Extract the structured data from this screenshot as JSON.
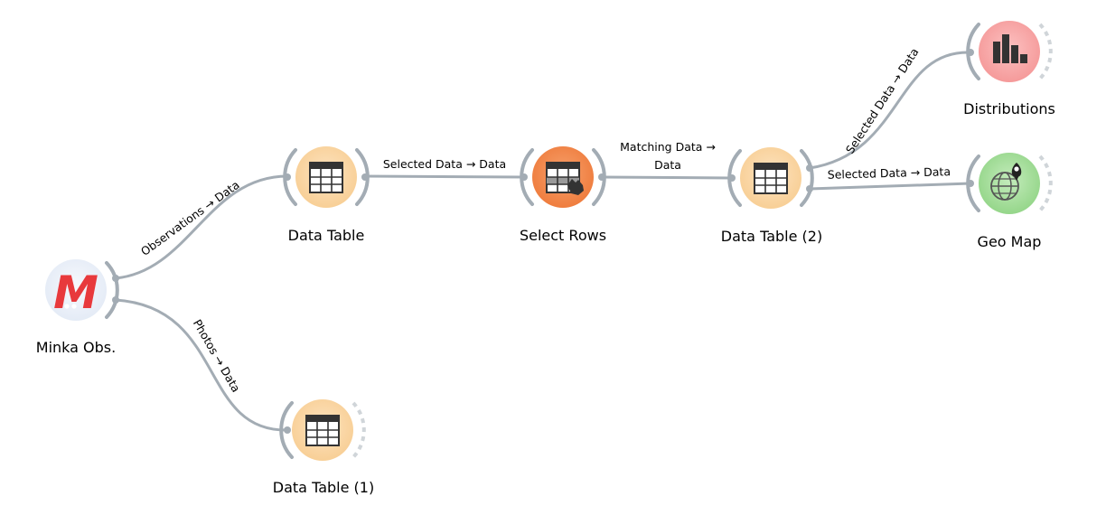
{
  "workflow": {
    "nodes": [
      {
        "id": "minka",
        "label": "Minka Obs.",
        "icon": "minka-logo-icon",
        "logo_text": "M",
        "colors": {
          "fill": "#eef3fb",
          "glyph": "#e8393c"
        }
      },
      {
        "id": "dt",
        "label": "Data Table",
        "icon": "table-icon",
        "colors": {
          "fill": "#fbd9ab",
          "glyph": "#333333"
        }
      },
      {
        "id": "dt1",
        "label": "Data Table (1)",
        "icon": "table-icon",
        "colors": {
          "fill": "#fbd9ab",
          "glyph": "#333333"
        }
      },
      {
        "id": "sr",
        "label": "Select Rows",
        "icon": "select-rows-icon",
        "colors": {
          "fill": "#f48c4f",
          "glyph": "#333333"
        }
      },
      {
        "id": "dt2",
        "label": "Data Table (2)",
        "icon": "table-icon",
        "colors": {
          "fill": "#fbd9ab",
          "glyph": "#333333"
        }
      },
      {
        "id": "dist",
        "label": "Distributions",
        "icon": "bar-chart-icon",
        "colors": {
          "fill": "#f7a9a9",
          "glyph": "#333333"
        }
      },
      {
        "id": "geo",
        "label": "Geo Map",
        "icon": "globe-pin-icon",
        "colors": {
          "fill": "#a9e0a0",
          "glyph": "#333333"
        }
      }
    ],
    "links": [
      {
        "from": "minka",
        "to": "dt",
        "label": "Observations → Data"
      },
      {
        "from": "minka",
        "to": "dt1",
        "label": "Photos → Data"
      },
      {
        "from": "dt",
        "to": "sr",
        "label": "Selected Data → Data"
      },
      {
        "from": "sr",
        "to": "dt2",
        "label_line1": "Matching Data →",
        "label_line2": "Data"
      },
      {
        "from": "dt2",
        "to": "dist",
        "label": "Selected Data → Data"
      },
      {
        "from": "dt2",
        "to": "geo",
        "label": "Selected Data → Data"
      }
    ],
    "colors": {
      "link": "#a3acb4",
      "anchor_unconnected": "#d0d5d9"
    }
  }
}
